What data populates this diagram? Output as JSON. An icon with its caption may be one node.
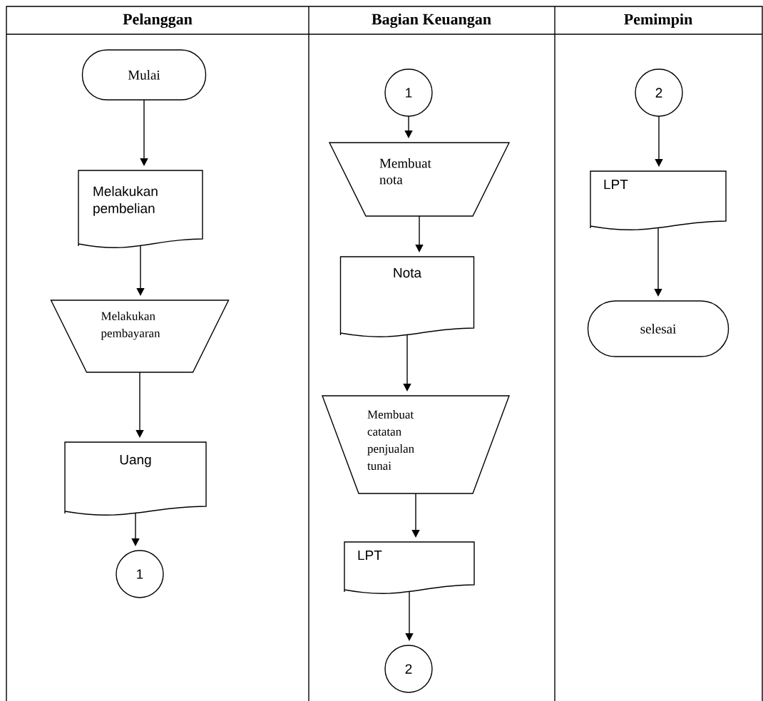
{
  "diagram": {
    "nodes": [
      {
        "text": [
          "Mulai"
        ]
      },
      {
        "text": [
          "Melakukan pembelian"
        ]
      },
      {
        "text": [
          "Melakukan pembayaran"
        ]
      },
      {
        "text": [
          "Uang"
        ]
      },
      {
        "text": [
          "1"
        ]
      },
      {
        "text": [
          "1"
        ]
      },
      {
        "text": [
          "Membuat nota"
        ]
      },
      {
        "text": [
          "Nota"
        ]
      },
      {
        "text": [
          "Membuat catatan penjualan tunai"
        ]
      },
      {
        "text": [
          "LPT"
        ]
      },
      {
        "text": [
          "2"
        ]
      },
      {
        "text": [
          "2"
        ]
      },
      {
        "text": [
          "LPT"
        ]
      },
      {
        "text": [
          "selesai"
        ]
      }
    ],
    "edges": [
      {
        "from": 0,
        "to": 1,
        "arrow": "to"
      },
      {
        "from": 1,
        "to": 2,
        "arrow": "to"
      },
      {
        "from": 2,
        "to": 3,
        "arrow": "to"
      },
      {
        "from": 3,
        "to": 4,
        "arrow": "to"
      },
      {
        "from": 5,
        "to": 6,
        "arrow": "to"
      },
      {
        "from": 6,
        "to": 7,
        "arrow": "to"
      },
      {
        "from": 7,
        "to": 8,
        "arrow": "to"
      },
      {
        "from": 8,
        "to": 9,
        "arrow": "to"
      },
      {
        "from": 9,
        "to": 10,
        "arrow": "to"
      },
      {
        "from": 11,
        "to": 12,
        "arrow": "to"
      },
      {
        "from": 12,
        "to": 13,
        "arrow": "to"
      }
    ],
    "labels": [
      "Pelanggan",
      "Bagian Keuangan",
      "Pemimpin"
    ]
  }
}
